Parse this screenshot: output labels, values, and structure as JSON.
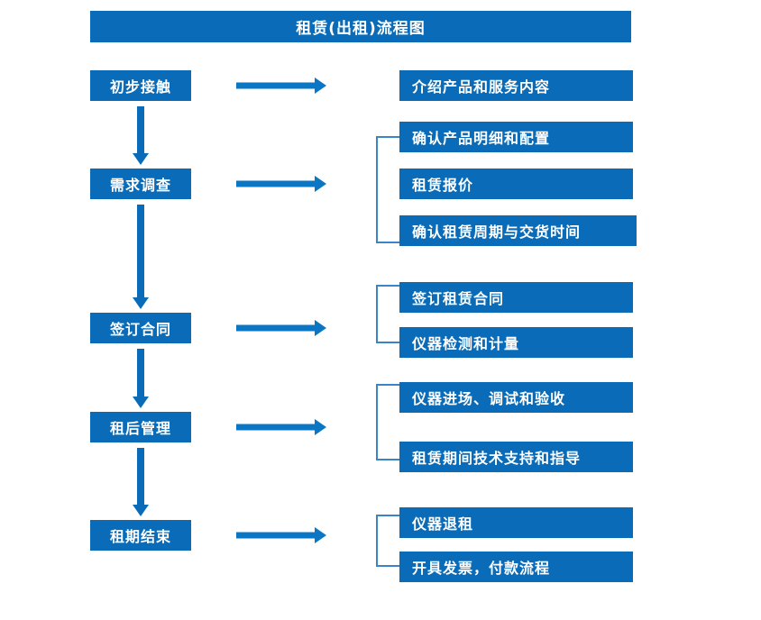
{
  "title": "租赁(出租)流程图",
  "colors": {
    "box_blue": "#0a6cb8",
    "arrow_blue": "#0b76c4",
    "bracket_blue": "#3b85c6",
    "text_white": "#ffffff",
    "background": "#ffffff"
  },
  "stages": [
    {
      "id": "initial-contact",
      "label": "初步接触"
    },
    {
      "id": "needs-survey",
      "label": "需求调查"
    },
    {
      "id": "sign-contract",
      "label": "签订合同"
    },
    {
      "id": "post-rental-mgmt",
      "label": "租后管理"
    },
    {
      "id": "rental-period-end",
      "label": "租期结束"
    }
  ],
  "details": [
    {
      "id": "introduce-product-service",
      "label": "介绍产品和服务内容"
    },
    {
      "id": "confirm-product-spec-config",
      "label": "确认产品明细和配置"
    },
    {
      "id": "rental-quotation",
      "label": "租赁报价"
    },
    {
      "id": "confirm-rental-period-delivery",
      "label": "确认租赁周期与交货时间"
    },
    {
      "id": "sign-rental-contract",
      "label": "签订租赁合同"
    },
    {
      "id": "instrument-test-metering",
      "label": "仪器检测和计量"
    },
    {
      "id": "instrument-entry-debug-accept",
      "label": "仪器进场、调试和验收"
    },
    {
      "id": "rental-tech-support-guidance",
      "label": "租赁期间技术支持和指导"
    },
    {
      "id": "instrument-return",
      "label": "仪器退租"
    },
    {
      "id": "invoice-payment-process",
      "label": "开具发票，付款流程"
    }
  ],
  "connectors": {
    "vertical_arrows": [
      {
        "id": "initial-contact-to-needs-survey"
      },
      {
        "id": "needs-survey-to-sign-contract"
      },
      {
        "id": "sign-contract-to-post-rental-mgmt"
      },
      {
        "id": "post-rental-mgmt-to-rental-period-end"
      }
    ],
    "horizontal_arrows": [
      {
        "id": "initial-contact-details"
      },
      {
        "id": "needs-survey-details"
      },
      {
        "id": "sign-contract-details"
      },
      {
        "id": "post-rental-mgmt-details"
      },
      {
        "id": "rental-period-end-details"
      }
    ],
    "brackets": [
      {
        "id": "needs-survey-bracket"
      },
      {
        "id": "sign-contract-bracket"
      },
      {
        "id": "post-rental-mgmt-bracket"
      },
      {
        "id": "rental-period-end-bracket"
      }
    ]
  }
}
